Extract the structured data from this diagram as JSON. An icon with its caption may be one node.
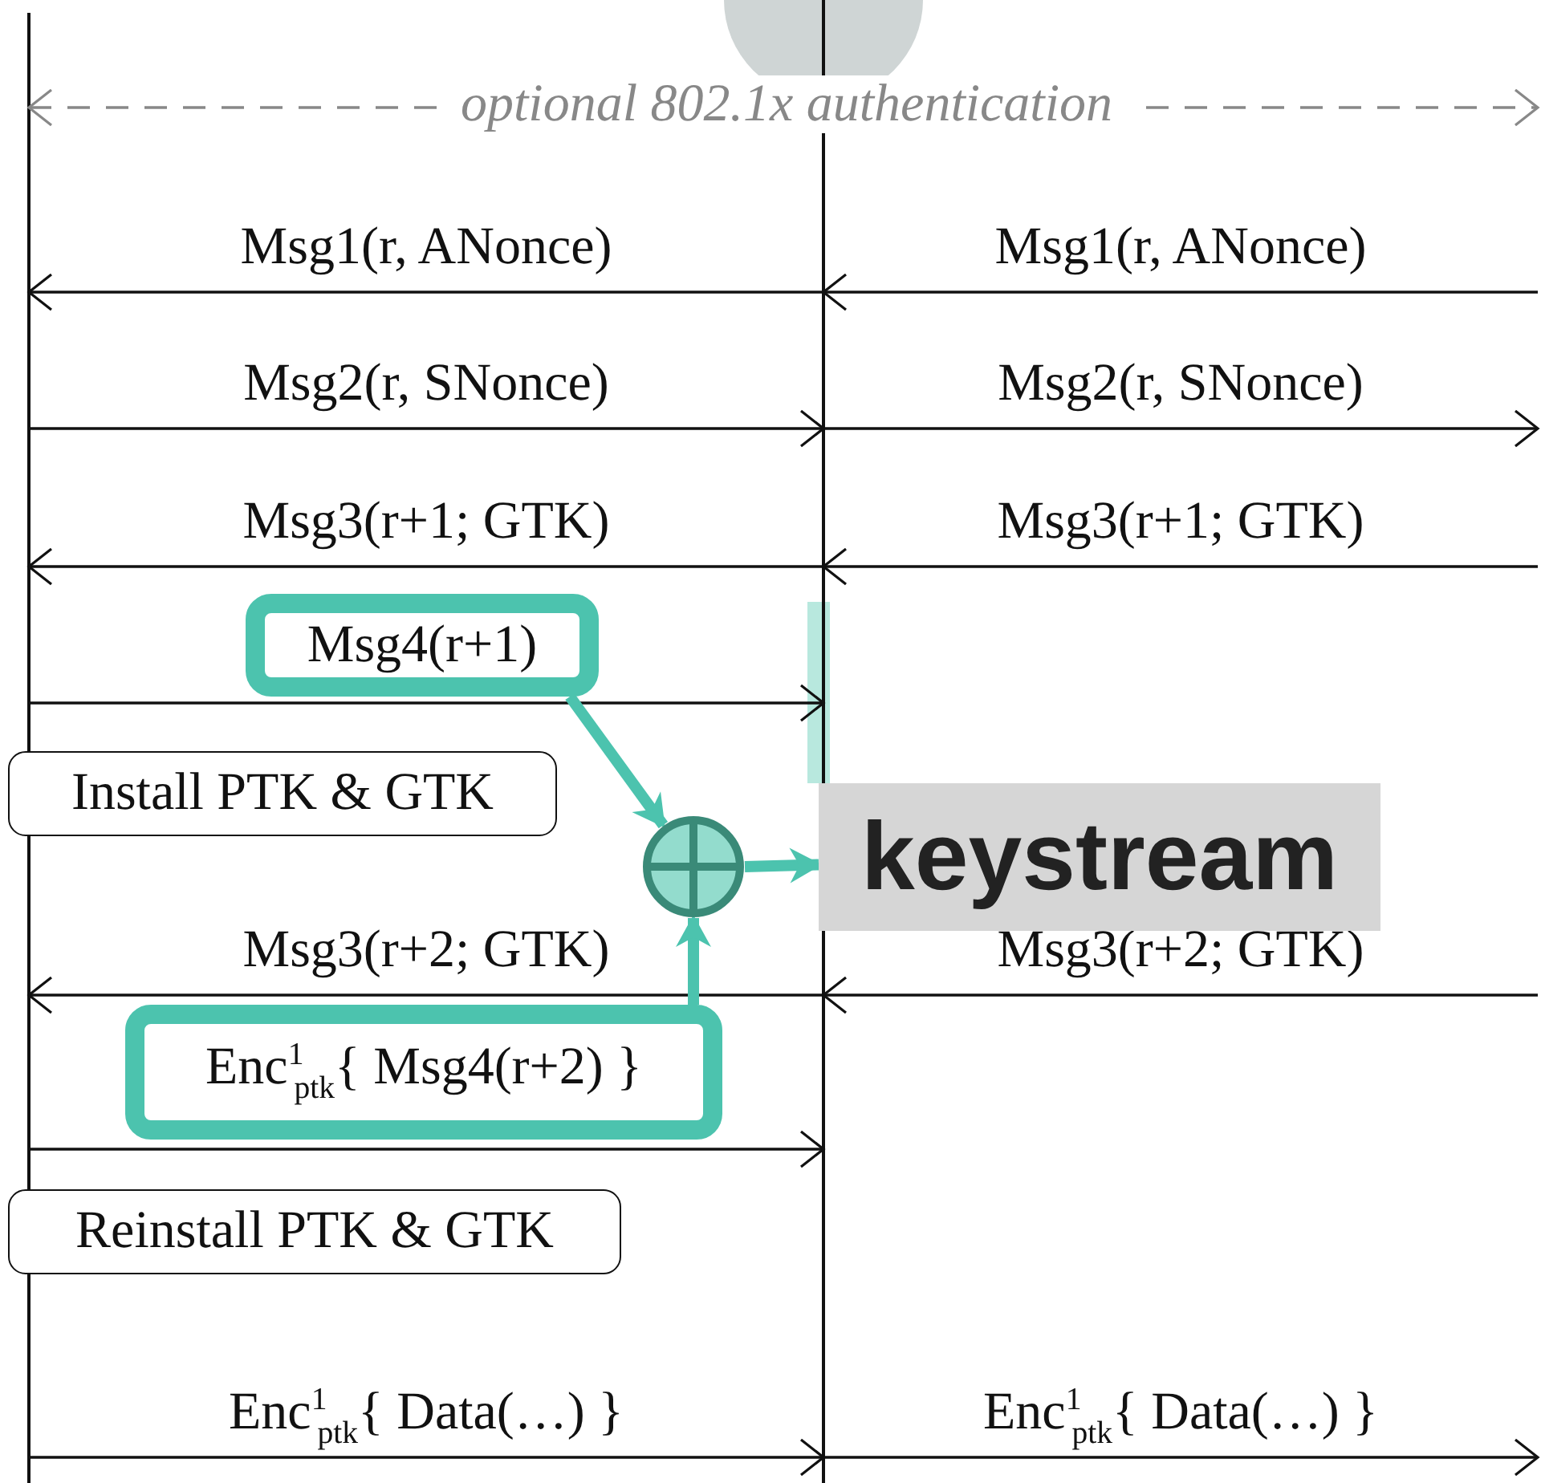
{
  "diagram": {
    "nodes": [
      {
        "text": [],
        "shape": "bar"
      },
      {
        "text": [],
        "shape": "bar"
      },
      {
        "text": [
          "Msg4(r+1)"
        ]
      },
      {
        "text": [
          "Install PTK & GTK"
        ]
      },
      {
        "text": [],
        "shape": "circle"
      },
      {
        "text": [
          "keystream"
        ]
      },
      {
        "text": [
          "Enc$^{1}$$_{ptk}${ Msg4(r+2) }"
        ]
      },
      {
        "text": [
          "Reinstall PTK & GTK"
        ]
      }
    ],
    "edges": [
      {
        "from": 0,
        "to": null,
        "arrow": "both",
        "label": "optional 802.1x authentication",
        "style": "dashed",
        "color": "#888888"
      },
      {
        "from": 1,
        "to": 0,
        "arrow": "to",
        "label": "Msg1(r, ANonce)"
      },
      {
        "from": null,
        "to": 1,
        "arrow": "to",
        "label": "Msg1(r, ANonce)"
      },
      {
        "from": 0,
        "to": 1,
        "arrow": "to",
        "label": "Msg2(r, SNonce)"
      },
      {
        "from": 1,
        "to": null,
        "arrow": "to",
        "label": "Msg2(r, SNonce)"
      },
      {
        "from": 1,
        "to": 0,
        "arrow": "to",
        "label": "Msg3(r+1; GTK)"
      },
      {
        "from": null,
        "to": 1,
        "arrow": "to",
        "label": "Msg3(r+1; GTK)"
      },
      {
        "from": 0,
        "to": 1,
        "arrow": "to"
      },
      {
        "from": 1,
        "to": 0,
        "arrow": "to",
        "label": "Msg3(r+2; GTK)"
      },
      {
        "from": null,
        "to": 1,
        "arrow": "to",
        "label": "Msg3(r+2; GTK)"
      },
      {
        "from": 0,
        "to": 1,
        "arrow": "to"
      },
      {
        "from": 0,
        "to": 1,
        "arrow": "to",
        "label": "Enc$^{1}$$_{ptk}${ Data(…) }"
      },
      {
        "from": 1,
        "to": null,
        "arrow": "to",
        "label": "Enc$^{1}$$_{ptk}${ Data(…) }"
      },
      {
        "from": 2,
        "to": 4,
        "arrow": "to",
        "style": "thick",
        "color": "#4cc3ae"
      },
      {
        "from": 6,
        "to": 4,
        "arrow": "to",
        "style": "thick",
        "color": "#4cc3ae"
      },
      {
        "from": 4,
        "to": 5,
        "arrow": "to",
        "style": "thick",
        "color": "#4cc3ae"
      }
    ]
  }
}
